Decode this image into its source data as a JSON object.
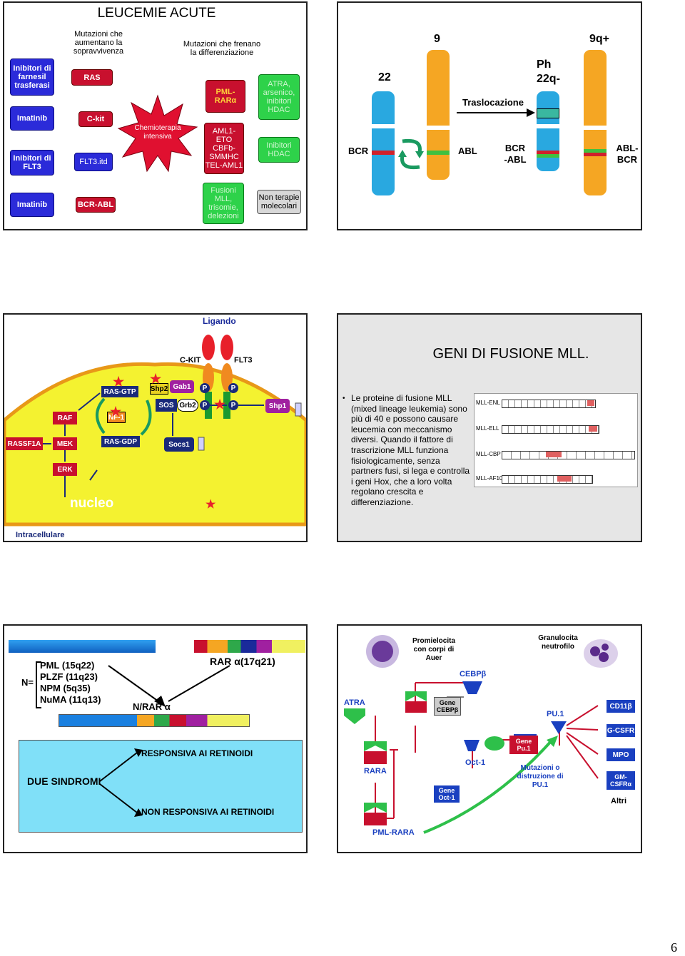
{
  "slide1": {
    "title": "LEUCEMIE ACUTE",
    "col_survival": "Mutazioni che aumentano la sopravvivenza",
    "col_differentiation": "Mutazioni che frenano la differenziazione",
    "left_drugs": [
      "Inibitori di farnesil trasferasi",
      "Imatinib",
      "Inibitori di FLT3"
    ],
    "survival_mutations": [
      "RAS",
      "C-kit",
      "FLT3.itd"
    ],
    "chemo": "Chemioterapia intensiva",
    "diff_mutations": [
      "PML-RARα",
      "AML1-ETO CBFb-SMMHC TEL-AML1"
    ],
    "diff_drugs": [
      "ATRA, arsenico, inibitori HDAC",
      "Inibitori HDAC"
    ],
    "bottom": {
      "drug": "Imatinib",
      "mutation": "BCR-ABL",
      "fusion": "Fusioni MLL, trisomie, delezioni",
      "therapy": "Non terapie molecolari"
    }
  },
  "slide2": {
    "chr22": "22",
    "chr9": "9",
    "ph": "Ph",
    "ph22": "22q-",
    "chr9q": "9q+",
    "translocation": "Traslocazione",
    "bcr": "BCR",
    "abl": "ABL",
    "bcr_abl": "BCR -ABL",
    "abl_bcr": "ABL- BCR",
    "colors": {
      "blue": "#29a8e0",
      "orange": "#f5a623",
      "teal": "#3ab8a0"
    }
  },
  "slide3": {
    "ligand": "Ligando",
    "ckit": "C-KIT",
    "flt3": "FLT3",
    "nodes": {
      "ras_gtp": "RAS-GTP",
      "shp2": "Shp2",
      "gab1": "Gab1",
      "p": "P",
      "raf": "RAF",
      "nf1": "NF-1",
      "sos": "SOS",
      "grb2": "Grb2",
      "shp1": "Shp1",
      "rassf1a": "RASSF1A",
      "mek": "MEK",
      "ras_gdp": "RAS-GDP",
      "socs1": "Socs1",
      "erk": "ERK"
    },
    "nucleus": "nucleo",
    "intracellular": "Intracellulare"
  },
  "slide4": {
    "title": "GENI DI FUSIONE MLL.",
    "bullet": "Le proteine di fusione MLL (mixed lineage leukemia) sono più di 40 e possono causare leucemia con meccanismo diversi. Quando il fattore di trascrizione MLL funziona fisiologicamente, senza partners fusi, si lega e controlla i geni Hox, che a loro volta regolano crescita e differenziazione.",
    "rows": [
      "MLL-ENL",
      "MLL-ELL",
      "MLL-CBP",
      "MLL-AF10"
    ]
  },
  "slide5": {
    "partners_prefix": "N=",
    "partners": [
      "PML (15q22)",
      "PLZF (11q23)",
      "NPM (5q35)",
      "NuMA (11q13)"
    ],
    "rar": "RAR α(17q21)",
    "fusion": "N/RAR α",
    "syndromes": "DUE SINDROMI",
    "responsive": "RESPONSIVA AI RETINOIDI",
    "non_responsive": "NON RESPONSIVA AI RETINOIDI"
  },
  "slide6": {
    "promyelocyte": "Promielocita con corpi di Auer",
    "granulocyte": "Granulocita neutrofilo",
    "cebpb": "CEBPβ",
    "atra": "ATRA",
    "gene_cebpb": "Gene CEBPβ",
    "pu1": "PU.1",
    "gene_pu1": "Gene Pu.1",
    "oct1": "Oct-1",
    "rara": "RARA",
    "mutations": "Mutazioni o distruzione di PU.1",
    "gene_oct1": "Gene Oct-1",
    "pml_rara": "PML-RARA",
    "targets": [
      "CD11β",
      "G-CSFR",
      "MPO",
      "GM-CSFRα"
    ],
    "other": "Altri"
  },
  "page_number": "6"
}
